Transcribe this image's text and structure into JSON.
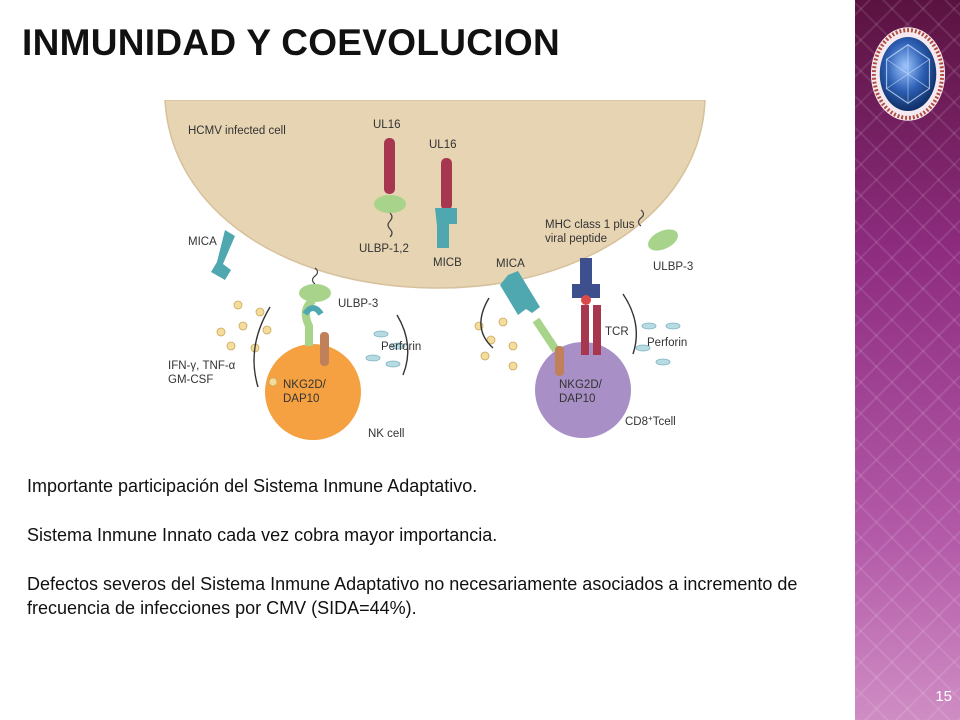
{
  "slide": {
    "title": "INMUNIDAD Y COEVOLUCION",
    "page_number": "15",
    "background_band_color": "#8e2c80",
    "paragraphs": [
      "Importante participación del Sistema Inmune Adaptativo.",
      "Sistema  Inmune Innato cada vez cobra mayor importancia.",
      "Defectos severos del Sistema Inmune Adaptativo no necesariamente asociados a incremento de frecuencia de infecciones por CMV (SIDA=44%)."
    ]
  },
  "figure": {
    "labels": {
      "infected_cell": "HCMV infected cell",
      "ul16_left": "UL16",
      "ul16_right": "UL16",
      "ulbp12": "ULBP-1,2",
      "micb": "MICB",
      "mica_left": "MICA",
      "mica_right": "MICA",
      "mhc_line1": "MHC class 1 plus",
      "mhc_line2": "viral peptide",
      "ulbp3_left": "ULBP-3",
      "ulbp3_right": "ULBP-3",
      "tcr": "TCR",
      "perforin_left": "Perforin",
      "perforin_right": "Perforin",
      "cytokines_line1": "IFN-γ, TNF-α",
      "cytokines_line2": "GM-CSF",
      "nkg2d_left_line1": "NKG2D/",
      "nkg2d_left_line2": "DAP10",
      "nkg2d_right_line1": "NKG2D/",
      "nkg2d_right_line2": "DAP10",
      "nk_cell": "NK cell",
      "cd8_cell": "CD8",
      "cd8_sup": "+",
      "cd8_suffix": "Tcell"
    },
    "colors": {
      "infected_cell": "#e6d4b3",
      "nk_cell": "#f5a141",
      "cd8_cell": "#a890c6",
      "ul16": "#a6374f",
      "ulbp": "#a7d48a",
      "mic": "#4fa8b0",
      "mhc": "#3d4f8c",
      "granule": "#f3dc9c",
      "perforin": "#b7dbe2"
    }
  }
}
